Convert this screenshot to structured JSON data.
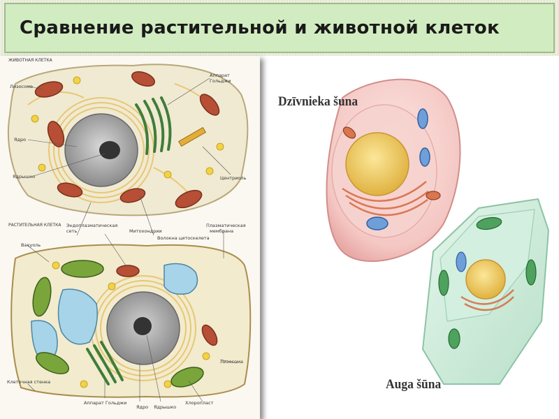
{
  "title": "Сравнение растительной и животной клеток",
  "left_diagram": {
    "animal_heading": "ЖИВОТНАЯ КЛЕТКА",
    "plant_heading": "РАСТИТЕЛЬНАЯ КЛЕТКА",
    "labels": {
      "lysosome": "Лизосома",
      "golgi_top_1": "Аппарат",
      "golgi_top_2": "Гольджи",
      "nucleus": "Ядро",
      "nucleolus": "Ядрышко",
      "centriole": "Центриоль",
      "er_1": "Эндоплазматическая",
      "er_2": "сеть",
      "mitochondria": "Митохондрии",
      "cytoskeleton": "Волокна цитоскелета",
      "membrane_1": "Плазматическая",
      "membrane_2": "мембрана",
      "vacuole": "Вакуоль",
      "plant_lysosome": "Лизосома",
      "cell_wall": "Клеточная стенка",
      "plant_golgi": "Аппарат Гольджи",
      "plant_nucleus": "Ядро",
      "plant_nucleolus": "Ядрышко",
      "chloroplast": "Хлоропласт"
    }
  },
  "right_diagram": {
    "animal_caption": "Dzīvnieka šuna",
    "plant_caption": "Auga šūna"
  }
}
